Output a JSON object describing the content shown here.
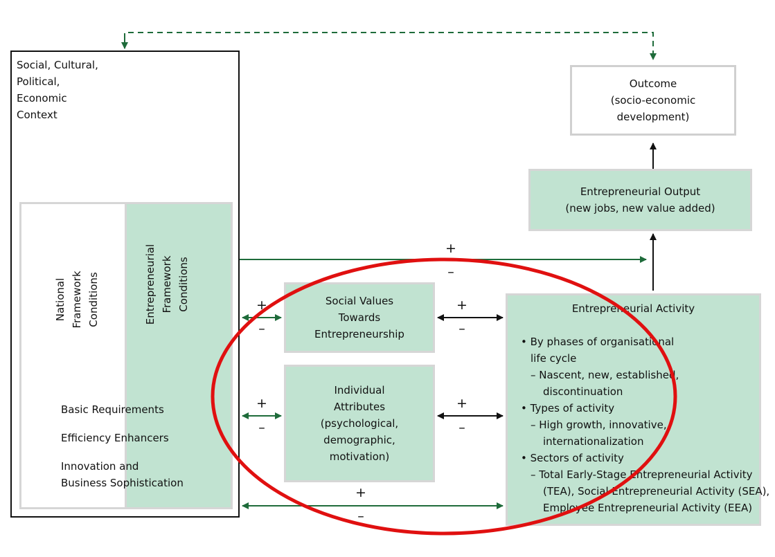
{
  "context": {
    "lines": [
      "Social, Cultural,",
      "Political,",
      "Economic",
      "Context"
    ]
  },
  "national": {
    "lines": [
      "National",
      "Framework",
      "Conditions"
    ]
  },
  "entrepreneurial_fc": {
    "lines": [
      "Entrepreneurial",
      "Framework",
      "Conditions"
    ]
  },
  "requirements": {
    "basic": "Basic Requirements",
    "efficiency": "Efficiency Enhancers",
    "innovation_1": "Innovation and",
    "innovation_2": "Business Sophistication"
  },
  "outcome": {
    "lines": [
      "Outcome",
      "(socio-economic",
      "development)"
    ]
  },
  "output": {
    "lines": [
      "Entrepreneurial Output",
      "(new jobs, new value added)"
    ]
  },
  "social_values": {
    "lines": [
      "Social Values",
      "Towards",
      "Entrepreneurship"
    ]
  },
  "individual": {
    "lines": [
      "Individual",
      "Attributes",
      "(psychological,",
      "demographic,",
      "motivation)"
    ]
  },
  "activity": {
    "title": "Entrepreneurial Activity",
    "b1": "• By phases of organisational",
    "b1_2": "life cycle",
    "b1_sub": "–  Nascent, new, established,",
    "b1_sub2": "discontinuation",
    "b2": "• Types of activity",
    "b2_sub": "–  High growth, innovative,",
    "b2_sub2": "internationalization",
    "b3": "• Sectors of activity",
    "b3_sub": "–  Total Early-Stage Entrepreneurial Activity",
    "b3_sub2": "(TEA), Social Entrepreneurial Activity (SEA),",
    "b3_sub3": "Employee Entrepreneurial Activity (EEA)"
  },
  "symbols": {
    "plus": "+",
    "minus": "–"
  },
  "colors": {
    "green_box": "#c1e3d1",
    "arrow_green": "#1e6b3a",
    "highlight_red": "#e01010",
    "box_border": "#d6d6d6"
  }
}
